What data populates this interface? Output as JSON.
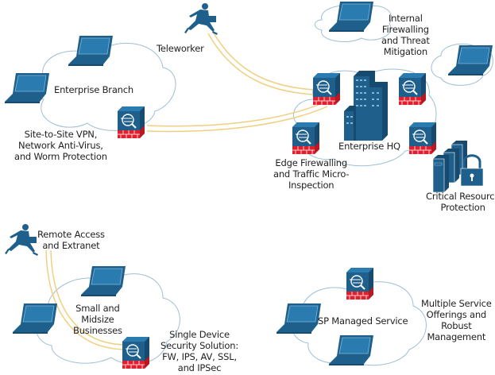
{
  "colors": {
    "device_blue": "#1e5f8c",
    "device_dark": "#164a6e",
    "firewall_red": "#e0202e",
    "link_yellow": "#f0cf80",
    "cloud_stroke": "#9fbfd4"
  },
  "nodes": {
    "enterprise_branch": {
      "label": "Enterprise Branch",
      "description": [
        "Site-to-Site VPN,",
        "Network Anti-Virus,",
        "and Worm Protection"
      ]
    },
    "teleworker": {
      "label": "Teleworker"
    },
    "internal_firewalling": {
      "description": [
        "Internal",
        "Firewalling",
        "and Threat",
        "Mitigation"
      ]
    },
    "enterprise_hq": {
      "label": "Enterprise HQ",
      "description": [
        "Edge Firewalling",
        "and Traffic Micro-",
        "Inspection"
      ]
    },
    "critical_resource": {
      "description": [
        "Critical Resource",
        "Protection"
      ]
    },
    "remote_access": {
      "description": [
        "Remote Access",
        "and Extranet"
      ]
    },
    "smb": {
      "label": [
        "Small and",
        "Midsize",
        "Businesses"
      ],
      "description": [
        "Single Device",
        "Security Solution:",
        "FW, IPS, AV, SSL,",
        "and IPSec"
      ]
    },
    "sp_managed": {
      "label": "SP Managed Service",
      "description": [
        "Multiple Service",
        "Offerings and",
        "Robust",
        "Management"
      ]
    }
  },
  "icons": {
    "laptop": "laptop-icon",
    "firewall": "security-appliance-icon",
    "person": "running-person-icon",
    "building": "building-icon",
    "servers": "server-stack-icon",
    "lock": "padlock-icon"
  }
}
